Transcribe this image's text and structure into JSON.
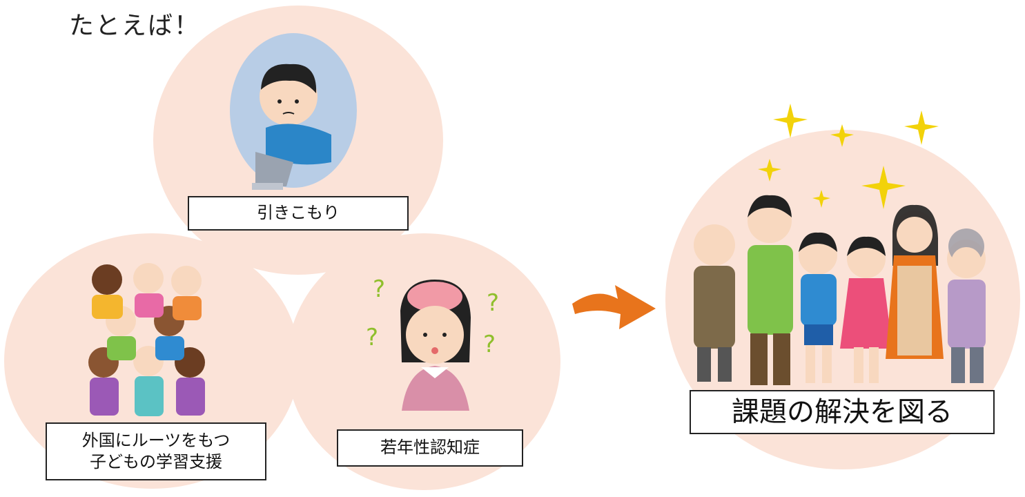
{
  "heading": "たとえば！",
  "circles": {
    "hikikomori": {
      "label": "引きこもり",
      "illustration": "withdrawn-boy-illustration"
    },
    "foreign_roots": {
      "label_lines": [
        "外国にルーツをもつ",
        "子どもの学習支援"
      ],
      "illustration": "diverse-children-illustration"
    },
    "dementia": {
      "label": "若年性認知症",
      "illustration": "confused-woman-illustration"
    },
    "resolution": {
      "label": "課題の解決を図る",
      "illustration": "happy-family-illustration"
    }
  },
  "arrow": {
    "icon": "orange-arrow-icon",
    "color": "#e8741c"
  },
  "colors": {
    "circle_fill": "#fbe3d8",
    "sparkle": "#f2d20a"
  }
}
